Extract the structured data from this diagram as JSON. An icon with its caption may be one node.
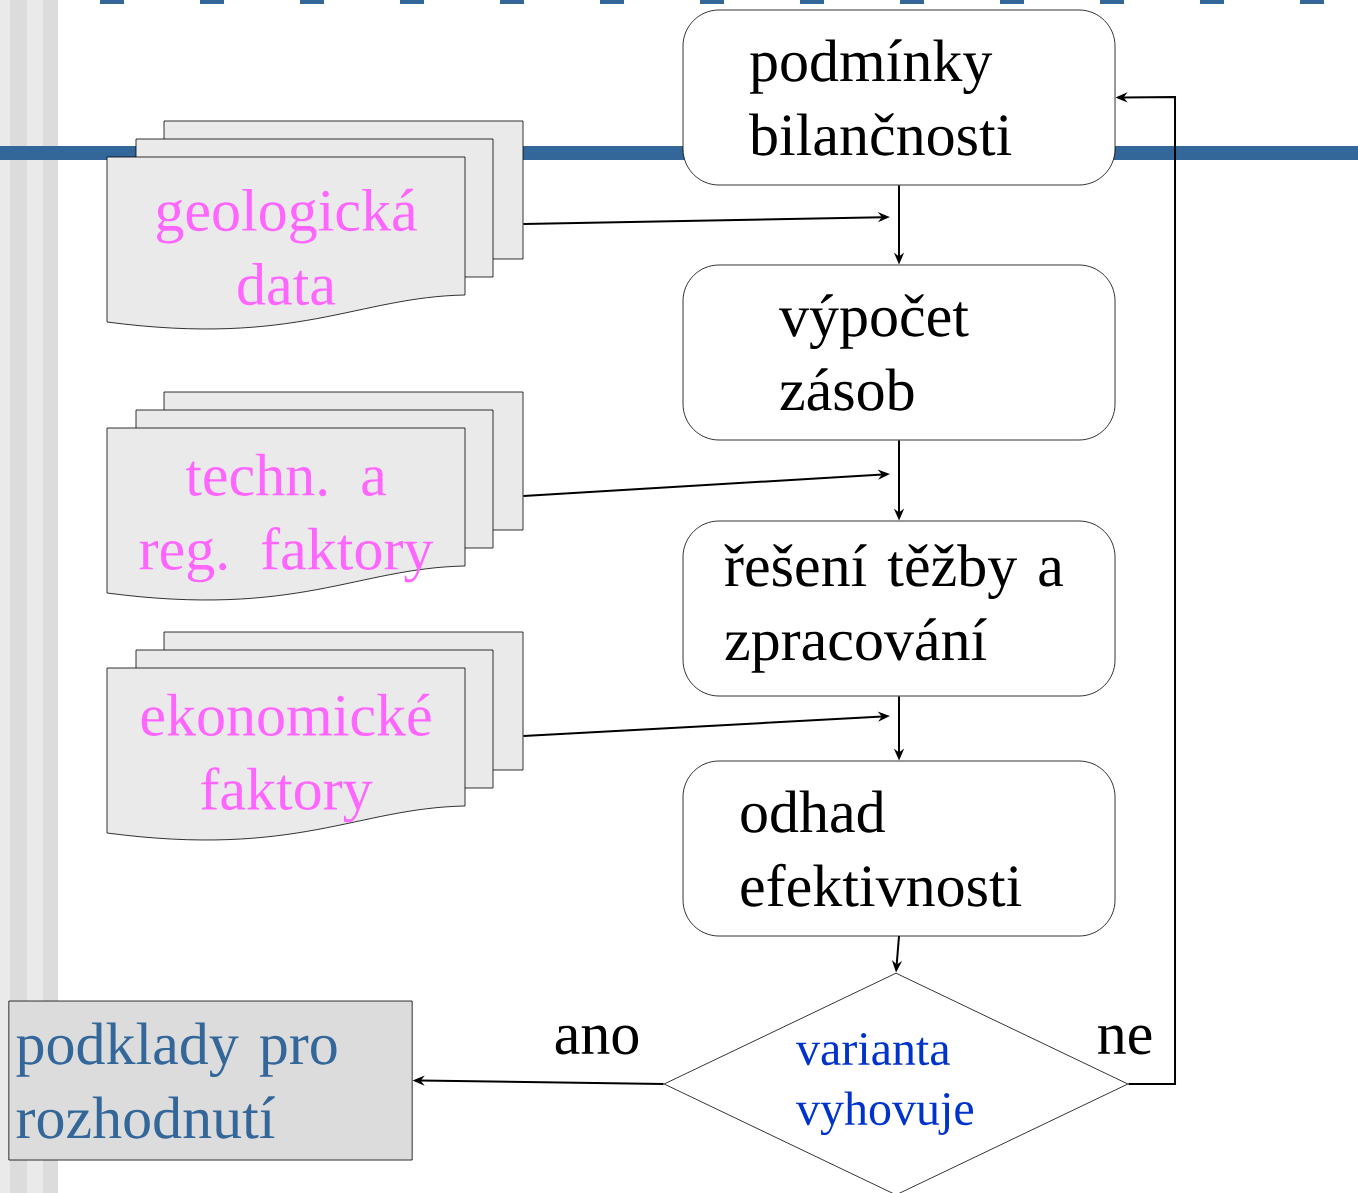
{
  "diagram": {
    "nodes": [
      {
        "text": [
          "geologická data"
        ]
      },
      {
        "text": [
          "techn. a reg. faktory"
        ]
      },
      {
        "text": [
          "ekonomické faktory"
        ]
      },
      {
        "text": [
          "podmínky bilančnosti"
        ]
      },
      {
        "text": [
          "výpočet zásob"
        ]
      },
      {
        "text": [
          "řešení těžby a zpracování"
        ]
      },
      {
        "text": [
          "odhad efektivnosti"
        ]
      },
      {
        "text": [
          "varianta vyhovuje"
        ]
      },
      {
        "text": [
          "podklady pro rozhodnutí"
        ]
      }
    ],
    "edges": [
      {
        "from": 0,
        "to": null,
        "arrow": "to"
      },
      {
        "from": 1,
        "to": null,
        "arrow": "to"
      },
      {
        "from": 2,
        "to": null,
        "arrow": "to"
      },
      {
        "from": 3,
        "to": 4,
        "arrow": "to"
      },
      {
        "from": 4,
        "to": 5,
        "arrow": "to"
      },
      {
        "from": 5,
        "to": 6,
        "arrow": "to"
      },
      {
        "from": 6,
        "to": 7,
        "arrow": "to"
      },
      {
        "from": 7,
        "to": 8,
        "arrow": "to",
        "label": "ano"
      },
      {
        "from": 7,
        "to": 3,
        "arrow": "to",
        "label": "ne"
      }
    ]
  }
}
